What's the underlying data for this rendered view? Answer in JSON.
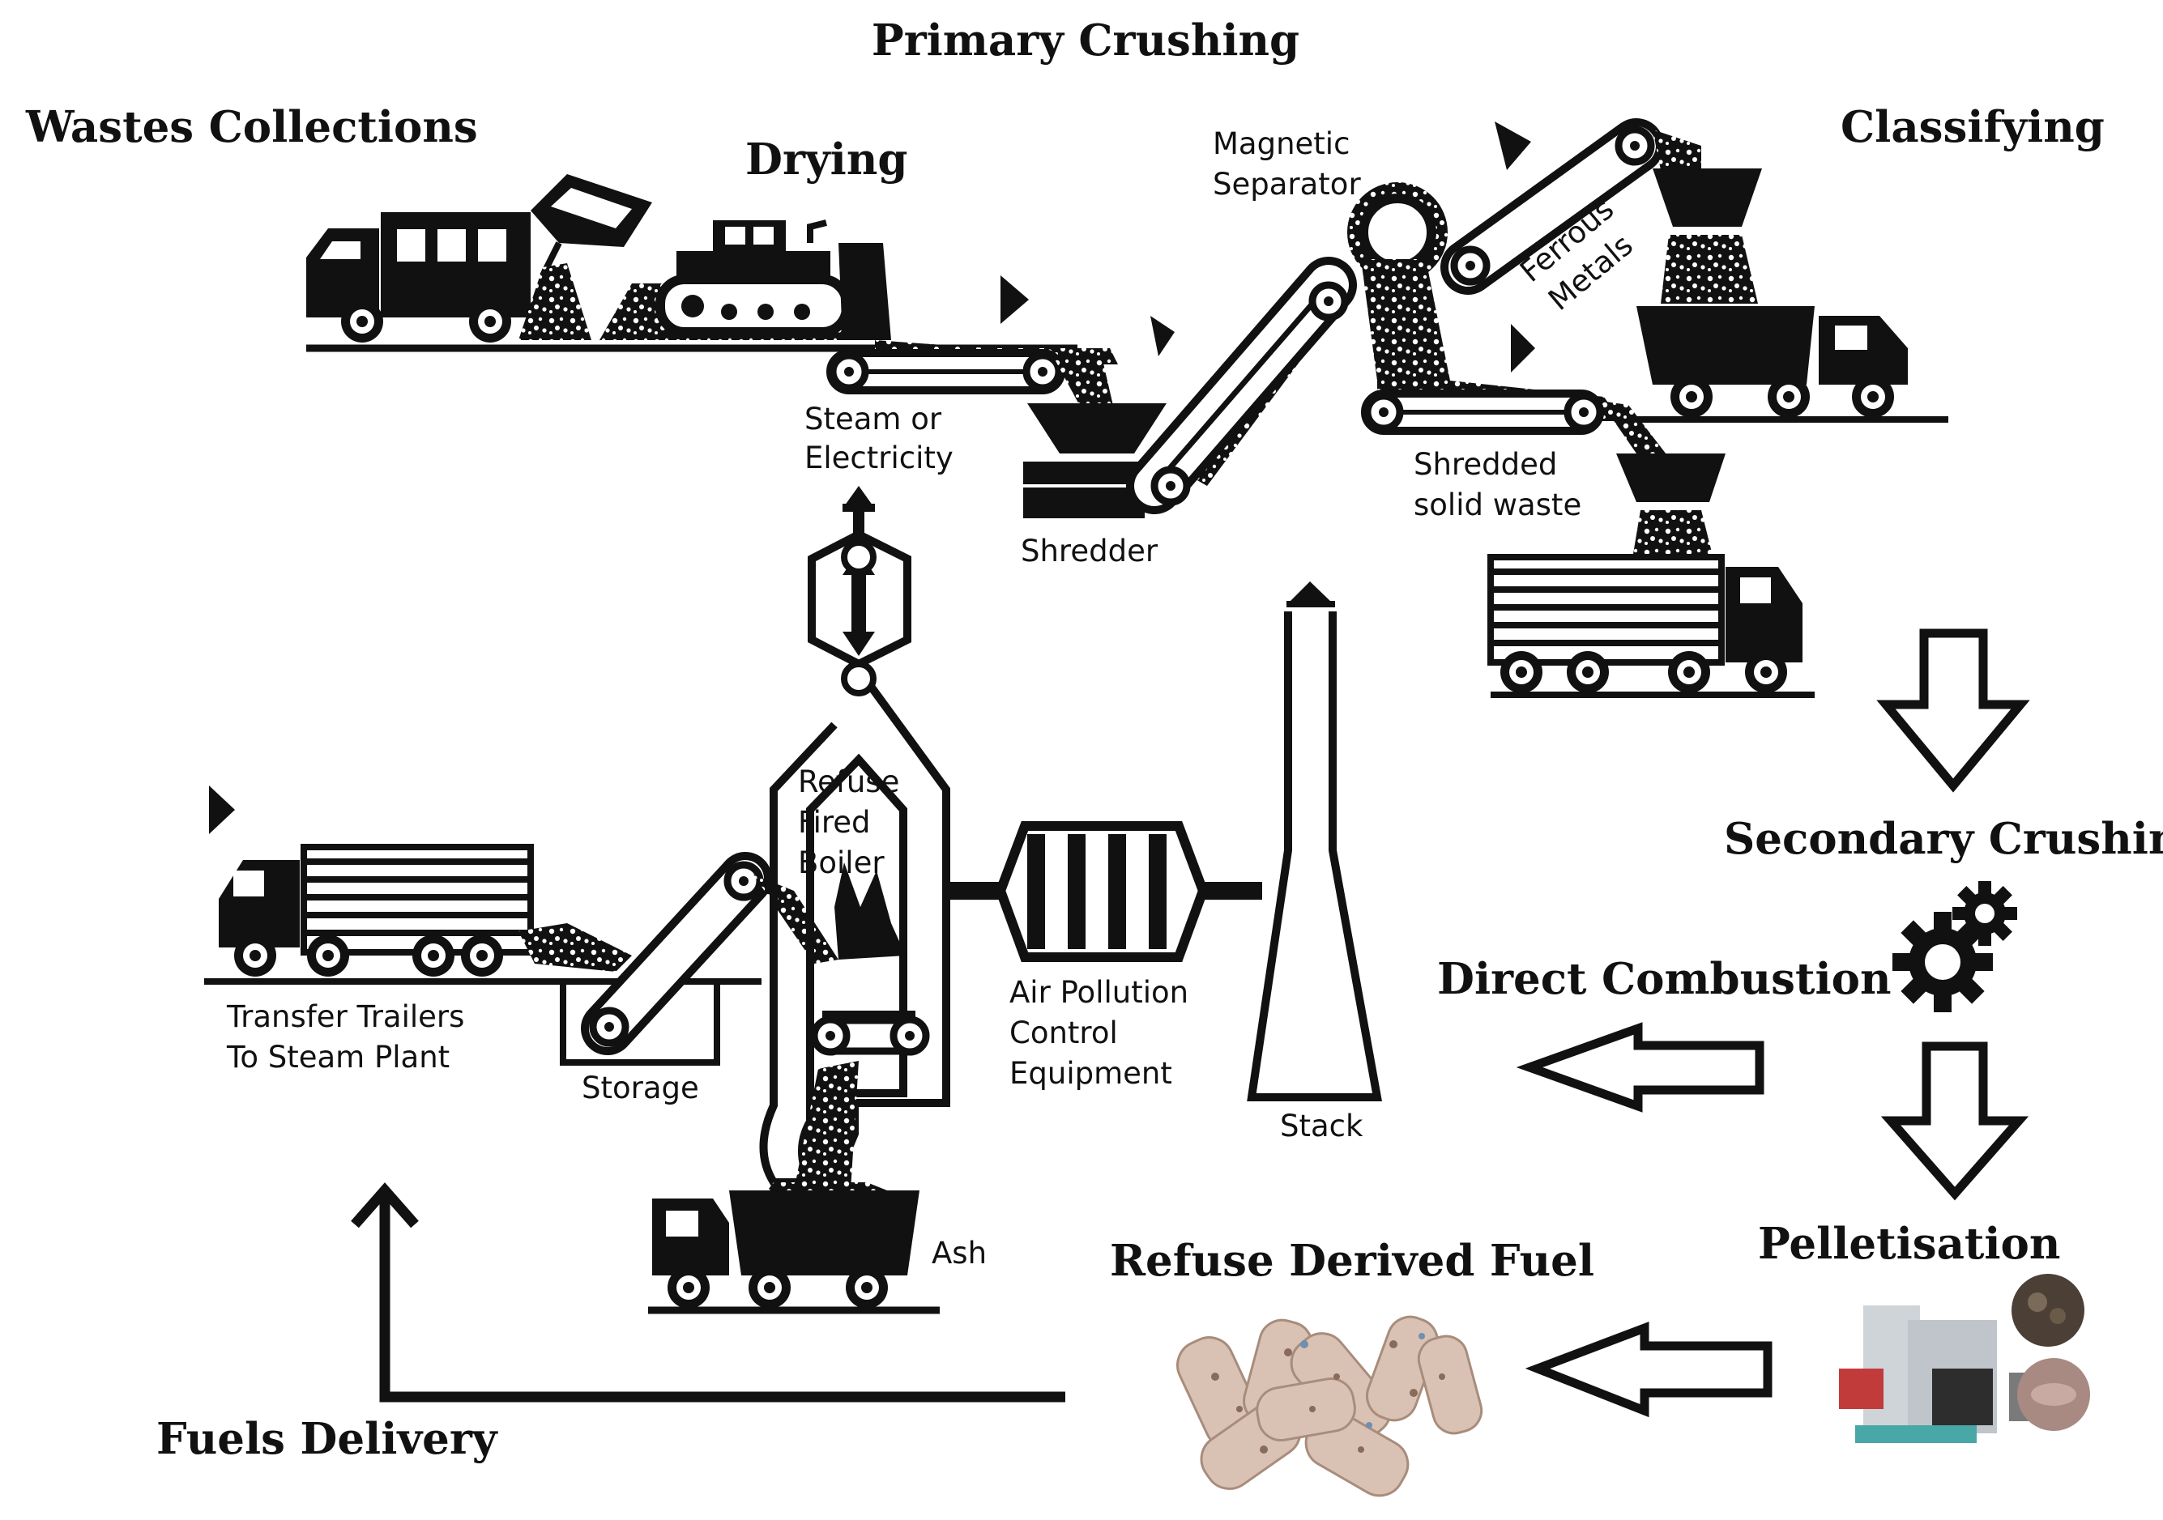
{
  "stages": {
    "primary_crushing": "Primary Crushing",
    "wastes_collections": "Wastes Collections",
    "drying": "Drying",
    "classifying": "Classifying",
    "secondary_crushing": "Secondary Crushing",
    "direct_combustion": "Direct Combustion",
    "pelletisation": "Pelletisation",
    "refuse_derived_fuel": "Refuse Derived Fuel",
    "fuels_delivery": "Fuels Delivery"
  },
  "components": {
    "magnetic_separator": [
      "Magnetic",
      "Separator"
    ],
    "ferrous_metals": [
      "Ferrous",
      "Metals"
    ],
    "steam_or_electricity": [
      "Steam or",
      "Electricity"
    ],
    "shredder": "Shredder",
    "shredded_solid_waste": [
      "Shredded",
      "solid waste"
    ],
    "refuse_fired_boiler": [
      "Refuse",
      "Fired",
      "Boiler"
    ],
    "air_pollution_control": [
      "Air Pollution",
      "Control",
      "Equipment"
    ],
    "transfer_trailers": [
      "Transfer Trailers",
      "To Steam Plant"
    ],
    "storage": "Storage",
    "stack": "Stack",
    "ash": "Ash"
  },
  "colors": {
    "ink": "#111111",
    "pellet": "#d9c2b4",
    "machine_body": "#cfd4d8",
    "machine_red": "#c23b3b",
    "machine_teal": "#4aa7a7"
  }
}
